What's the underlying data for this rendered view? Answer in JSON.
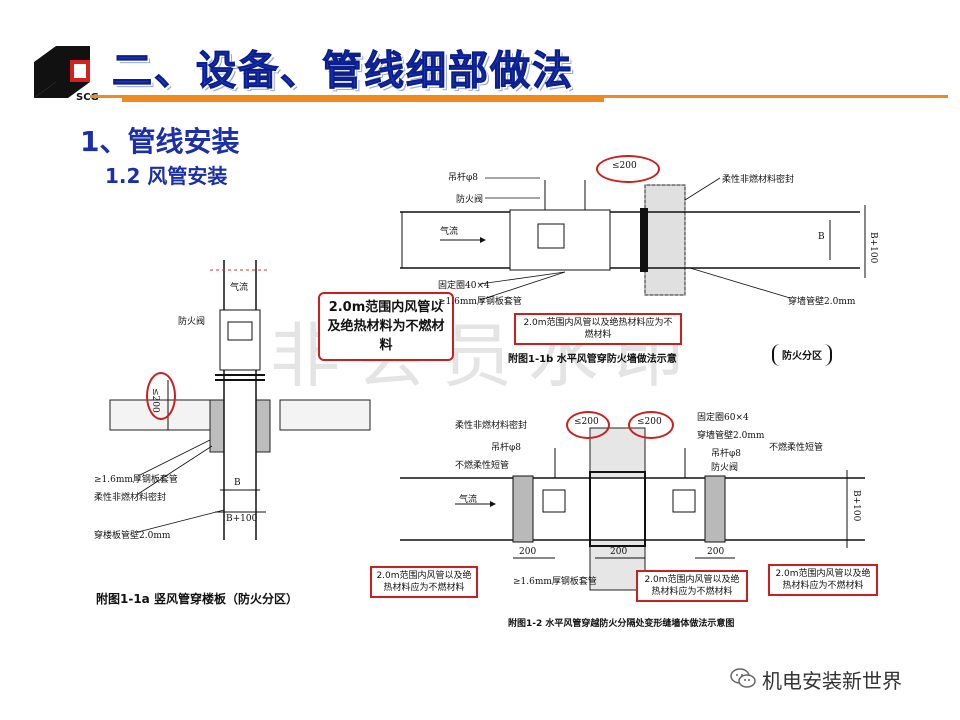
{
  "header": {
    "logo_text": "SCG",
    "title": "二、设备、管线细部做法",
    "section": "1、管线安装",
    "subsection": "1.2 风管安装"
  },
  "callout_main": "2.0m范围内风管以及绝热材料为不燃材料",
  "fig_1a": {
    "labels": [
      "气流",
      "防火阀",
      "≥1.6mm厚钢板套管",
      "柔性非燃材料密封",
      "穿楼板管壁2.0mm",
      "B",
      "B+100"
    ],
    "dim": "≤200",
    "caption": "附图1-1a 竖风管穿楼板（防火分区）"
  },
  "fig_1b": {
    "labels": [
      "吊杆φ8",
      "防火阀",
      "气流",
      "固定圈40×4",
      "≥1.6mm厚钢板套管",
      "柔性非燃材料密封",
      "穿墙管壁2.0mm",
      "B",
      "B+100"
    ],
    "dim": "≤200",
    "note": "2.0m范围内风管以及绝热材料应为不燃材料",
    "caption": "附图1-1b 水平风管穿防火墙做法示意",
    "bracket": "防火分区"
  },
  "fig_2": {
    "labels": [
      "柔性非燃材料密封",
      "吊杆φ8",
      "不燃柔性短管",
      "气流",
      "固定圈60×4",
      "穿墙管壁2.0mm",
      "吊杆φ8",
      "防火阀",
      "不燃柔性短管",
      "≥1.6mm厚钢板套管",
      "200",
      "200",
      "200",
      "B+100"
    ],
    "dims": [
      "≤200",
      "≤200"
    ],
    "notes": [
      "2.0m范围内风管以及绝热材料应为不燃材料",
      "2.0m范围内风管以及绝热材料应为不燃材料",
      "2.0m范围内风管以及绝热材料应为不燃材料"
    ],
    "caption": "附图1-2 水平风管穿越防火分隔处变形缝墙体做法示意图"
  },
  "watermark": "非会员水印",
  "footer": {
    "wechat_name": "机电安装新世界"
  },
  "colors": {
    "title": "#1f3fd0",
    "heading": "#1a2fa8",
    "accent": "#f08a1c",
    "callout": "#cc1f1f"
  }
}
